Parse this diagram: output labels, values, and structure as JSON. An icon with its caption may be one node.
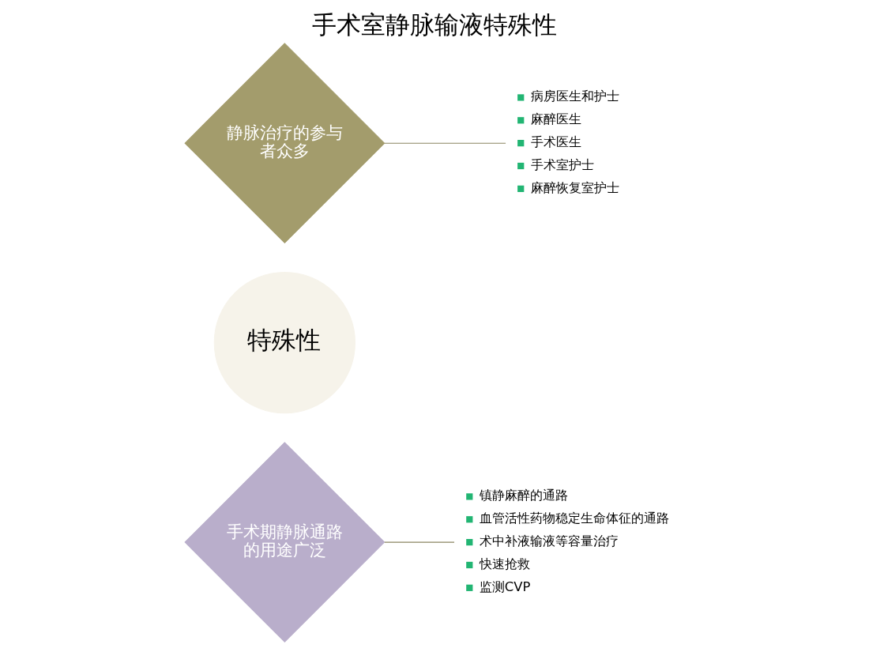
{
  "diagram": {
    "title": "手术室静脉输液特殊性",
    "nodes": [
      {
        "text": [
          "手术期静脉通路的用途广泛"
        ]
      },
      {
        "text": [
          "镇静麻醉的通路",
          "血管活性药物稳定生命体征的通路",
          "术中补液输液等容量治疗",
          "快速抢救",
          "监测CVP"
        ]
      },
      {
        "text": [
          "特殊性"
        ]
      },
      {
        "text": [
          "静脉治疗的参与者众多"
        ]
      },
      {
        "text": [
          "病房医生和护士",
          "麻醉医生",
          "手术医生",
          "手术室护士",
          "麻醉恢复室护士"
        ]
      }
    ],
    "edges": [
      {
        "from": 0,
        "to": 1,
        "arrow": "none"
      },
      {
        "from": 3,
        "to": 4,
        "arrow": "none"
      }
    ]
  }
}
